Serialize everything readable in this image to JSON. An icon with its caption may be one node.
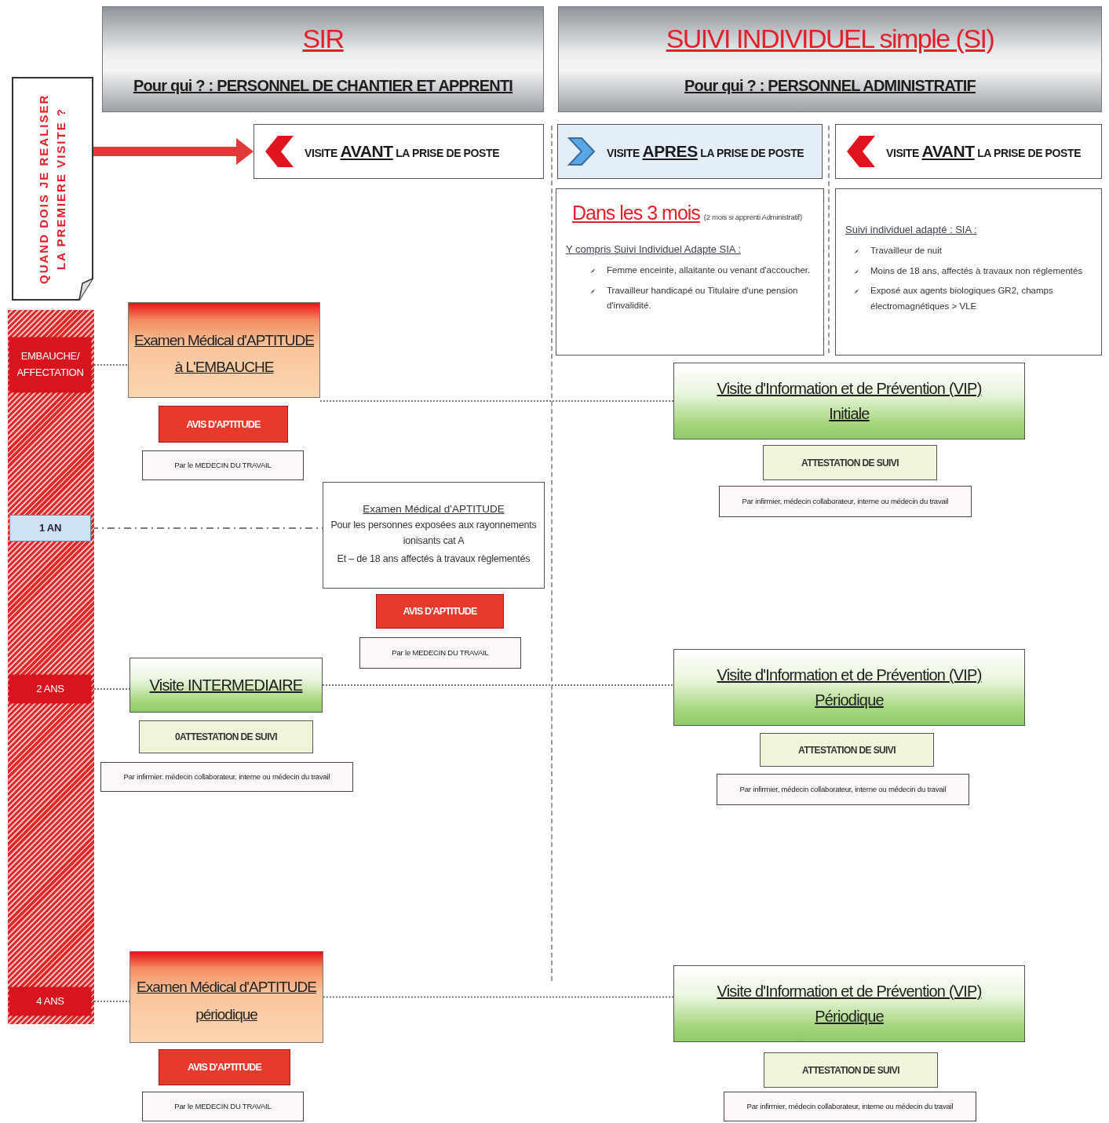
{
  "diagram": {
    "nodes": [
      {
        "text": [
          "SIR",
          "Pour qui ? : PERSONNEL DE CHANTIER ET APPRENTI"
        ]
      },
      {
        "text": [
          "SUIVI INDIVIDUEL simple (SI)",
          "Pour qui ? : PERSONNEL ADMINISTRATIF"
        ]
      },
      {
        "text": [
          "QUAND DOIS JE REALISER LA PREMIERE VISITE ?"
        ]
      },
      {
        "text": [
          "VISITE **AVANT** LA PRISE DE POSTE"
        ]
      },
      {
        "text": [
          "VISITE **APRES** LA PRISE DE POSTE"
        ]
      },
      {
        "text": [
          "VISITE **AVANT** LA PRISE DE POSTE"
        ]
      },
      {
        "text": [
          "Dans les 3 mois",
          "(2 mois si apprenti Administratif)",
          "Y compris Suivi Individuel Adapte SIA :",
          "Femme enceinte, allaitante ou venant d'accoucher.",
          "Travailleur handicapé ou Titulaire d'une pension d'invalidité."
        ]
      },
      {
        "text": [
          "Suivi individuel adapté : SIA :",
          "Travailleur de nuit",
          "Moins de 18 ans, affectés à travaux non réglementés",
          "Exposé aux agents biologiques GR2, champs électromagnétiques > VLE"
        ]
      },
      {
        "text": [],
        "shape": "bar"
      },
      {
        "text": [
          "EMBAUCHE/ AFFECTATION"
        ],
        "in": 8
      },
      {
        "text": [
          "1 AN"
        ],
        "in": 8
      },
      {
        "text": [
          "2 ANS"
        ],
        "in": 8
      },
      {
        "text": [
          "4 ANS"
        ],
        "in": 8
      },
      {
        "text": [
          "Examen Médical d'APTITUDE à L'EMBAUCHE"
        ]
      },
      {
        "text": [
          "AVIS D'APTITUDE"
        ]
      },
      {
        "text": [
          "Par le MEDECIN DU TRAVAIL"
        ]
      },
      {
        "text": [
          "Examen Médical d'APTITUDE",
          "Pour les personnes exposées aux rayonnements ionisants cat A",
          "Et – de 18 ans affectés à travaux règlementés"
        ]
      },
      {
        "text": [
          "AVIS D'APTITUDE"
        ]
      },
      {
        "text": [
          "Par le MEDECIN DU TRAVAIL"
        ]
      },
      {
        "text": [
          "Visite INTERMEDIAIRE"
        ]
      },
      {
        "text": [
          "0ATTESTATION DE SUIVI"
        ]
      },
      {
        "text": [
          "Par infirmier. médecin collaborateur. interne ou médecin du travail"
        ]
      },
      {
        "text": [
          "Examen Médical d'APTITUDE périodique"
        ]
      },
      {
        "text": [
          "AVIS D'APTITUDE"
        ]
      },
      {
        "text": [
          "Par le MEDECIN DU TRAVAIL"
        ]
      },
      {
        "text": [
          "Visite d'Information et de Prévention (VIP)",
          "Initiale"
        ]
      },
      {
        "text": [
          "ATTESTATION DE SUIVI"
        ]
      },
      {
        "text": [
          "Par infirmier, médecin collaborateur, interne ou médecin du travail"
        ]
      },
      {
        "text": [
          "Visite d'Information et de Prévention (VIP)",
          "Périodique"
        ]
      },
      {
        "text": [
          "ATTESTATION DE SUIVI"
        ]
      },
      {
        "text": [
          "Par infirmier, médecin collaborateur, interne ou médecin du travail"
        ]
      },
      {
        "text": [
          "Visite d'Information et de Prévention (VIP)",
          "Périodique"
        ]
      },
      {
        "text": [
          "ATTESTATION DE SUIVI"
        ]
      },
      {
        "text": [
          "Par infirmier, médecin collaborateur, interne ou médecin du travail"
        ]
      }
    ],
    "edges": [
      {
        "from": 2,
        "to": 3,
        "arrow": "to",
        "style": "thick",
        "color": "#e03a3a"
      },
      {
        "from": 9,
        "to": 13,
        "arrow": "none",
        "style": "dashed"
      },
      {
        "from": 13,
        "to": 25,
        "arrow": "none",
        "style": "dashed"
      },
      {
        "from": 10,
        "to": 16,
        "arrow": "none",
        "style": "dashed"
      },
      {
        "from": 11,
        "to": 19,
        "arrow": "none",
        "style": "dashed"
      },
      {
        "from": 19,
        "to": 28,
        "arrow": "none",
        "style": "dashed"
      },
      {
        "from": 12,
        "to": 22,
        "arrow": "none",
        "style": "dashed"
      },
      {
        "from": 22,
        "to": 31,
        "arrow": "none",
        "style": "dashed"
      }
    ]
  }
}
